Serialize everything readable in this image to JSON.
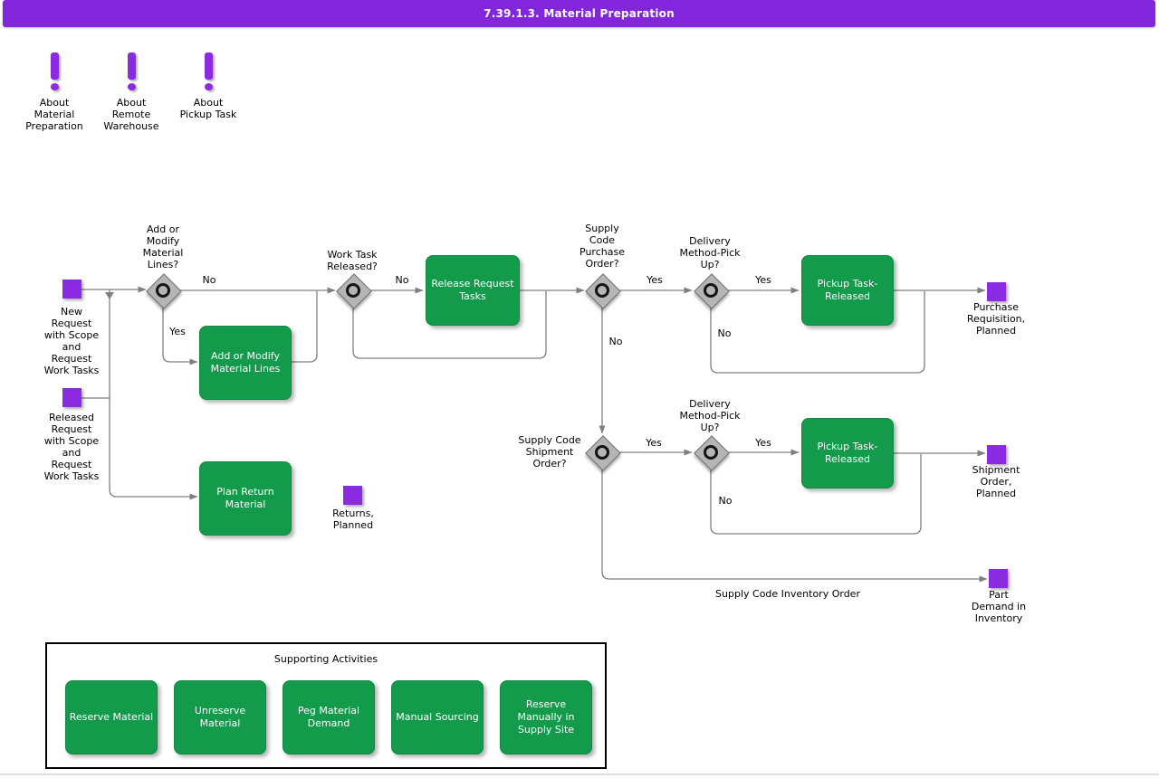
{
  "header": {
    "title": "7.39.1.3. Material Preparation"
  },
  "about_links": [
    {
      "label": "About\nMaterial\nPreparation"
    },
    {
      "label": "About\nRemote\nWarehouse"
    },
    {
      "label": "About\nPickup Task"
    }
  ],
  "events": {
    "new_request": "New\nRequest\nwith Scope\nand\nRequest\nWork Tasks",
    "released_request": "Released\nRequest\nwith Scope\nand\nRequest\nWork Tasks",
    "purchase_requisition": "Purchase\nRequisition,\nPlanned",
    "shipment_order": "Shipment\nOrder,\nPlanned",
    "part_demand": "Part\nDemand in\nInventory",
    "returns": "Returns,\nPlanned"
  },
  "gateways": {
    "add_modify": "Add or\nModify\nMaterial\nLines?",
    "work_task": "Work Task\nReleased?",
    "purchase_order": "Supply\nCode\nPurchase\nOrder?",
    "delivery_pickup_1": "Delivery\nMethod-Pick\nUp?",
    "shipment_order": "Supply Code\nShipment\nOrder?",
    "delivery_pickup_2": "Delivery\nMethod-Pick\nUp?"
  },
  "tasks": {
    "add_modify": "Add or Modify\nMaterial Lines",
    "release_request": "Release Request\nTasks",
    "pickup_released_1": "Pickup Task-\nReleased",
    "pickup_released_2": "Pickup Task-\nReleased",
    "plan_return": "Plan Return\nMaterial"
  },
  "edge_labels": {
    "g1_no": "No",
    "g1_yes": "Yes",
    "g2_no": "No",
    "g3_yes": "Yes",
    "g3_no": "No",
    "g4_yes": "Yes",
    "g4_no": "No",
    "g5_yes": "Yes",
    "g6_yes": "Yes",
    "g6_no": "No",
    "inventory_order": "Supply Code Inventory Order"
  },
  "supporting": {
    "title": "Supporting Activities",
    "items": [
      {
        "label": "Reserve Material"
      },
      {
        "label": "Unreserve\nMaterial"
      },
      {
        "label": "Peg Material\nDemand"
      },
      {
        "label": "Manual Sourcing"
      },
      {
        "label": "Reserve\nManually in\nSupply Site"
      }
    ]
  },
  "colors": {
    "header_bar": "#8126db",
    "event_purple": "#8a2be2",
    "task_green": "#139a4b",
    "connector_gray": "#7f7f7f",
    "gateway_gray": "#b5b5b5"
  }
}
